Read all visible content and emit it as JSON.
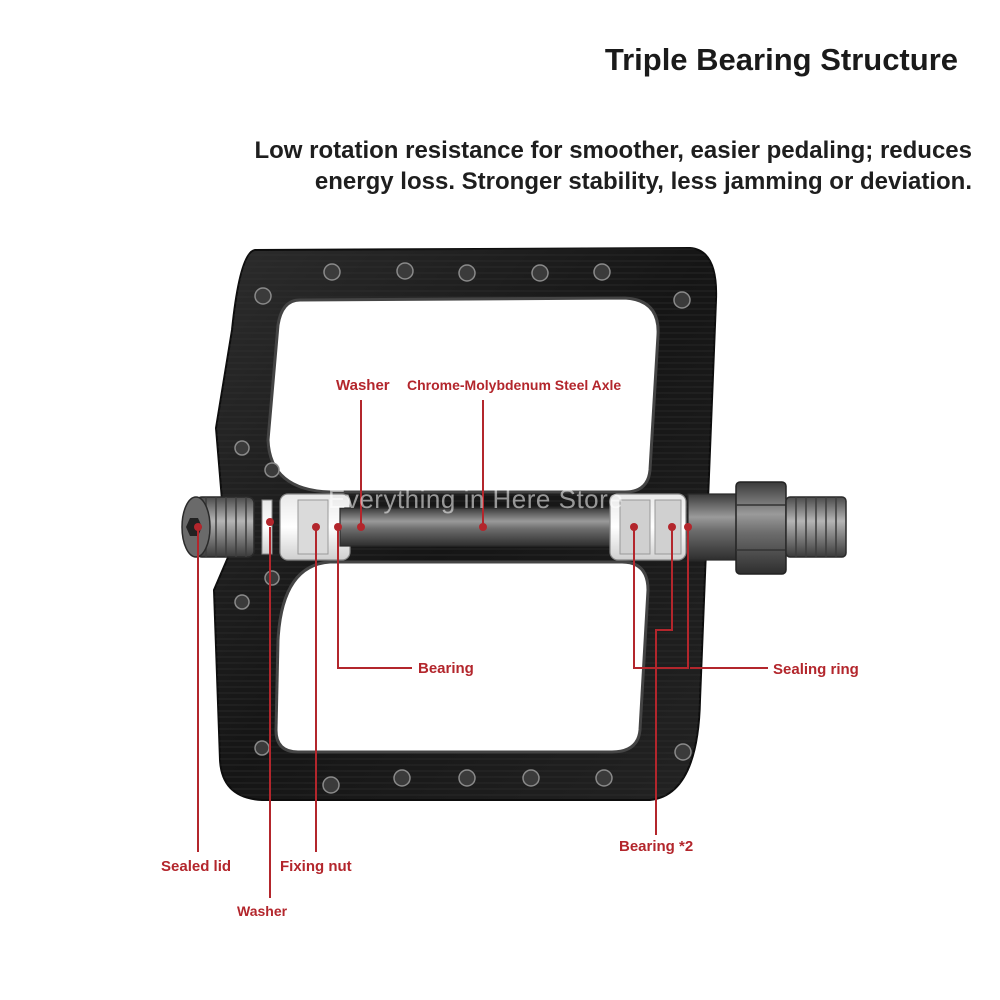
{
  "title": "Triple Bearing Structure",
  "description": {
    "line1": "Low rotation resistance for smoother, easier pedaling; reduces",
    "line2": "energy loss. Stronger stability, less jamming or deviation."
  },
  "watermark": "Everything in Here Store",
  "labels": {
    "washer_top": "Washer",
    "axle": "Chrome-Molybdenum Steel Axle",
    "bearing": "Bearing",
    "sealing_ring": "Sealing ring",
    "bearing_x2": "Bearing *2",
    "sealed_lid": "Sealed lid",
    "fixing_nut": "Fixing nut",
    "washer_bottom": "Washer"
  },
  "colors": {
    "callout": "#b3262c",
    "pedal_body": "#1b1b1b",
    "axle": "#5a5a5a"
  }
}
